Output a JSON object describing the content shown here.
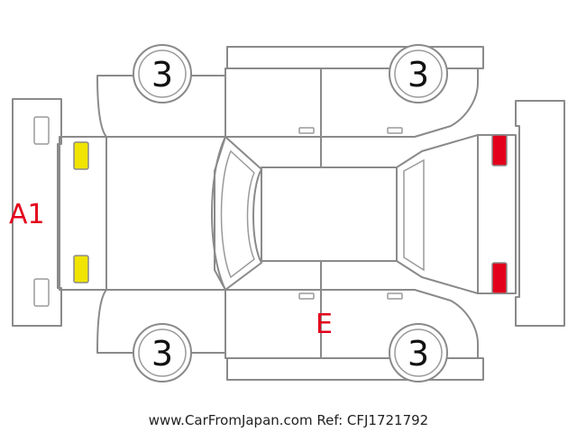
{
  "wheel_grades": {
    "front_left": "3",
    "rear_left": "3",
    "front_right": "3",
    "rear_right": "3"
  },
  "damage_marks": {
    "front_bumper": "A1",
    "right_rear_door": "E"
  },
  "footer": {
    "text": "www.CarFromJapan.com Ref: CFJ1721792"
  },
  "colors": {
    "outline": "#8a8a8a",
    "front_light": "#f0e400",
    "rear_light": "#e3001b",
    "damage_mark": "#e3001b"
  }
}
